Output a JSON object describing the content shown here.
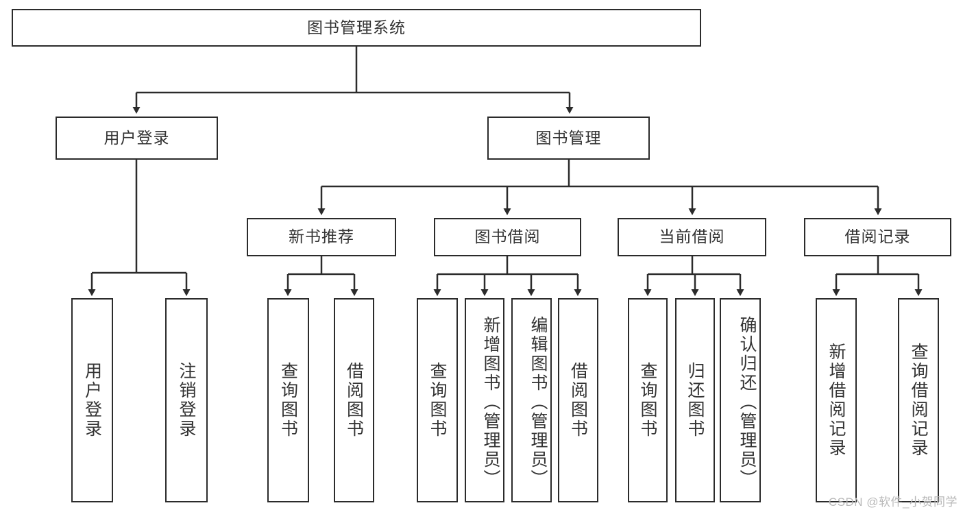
{
  "diagram": {
    "title": "图书管理系统",
    "type": "tree",
    "root": {
      "label": "图书管理系统"
    },
    "level2": [
      {
        "label": "用户登录"
      },
      {
        "label": "图书管理"
      }
    ],
    "level3": [
      {
        "label": "新书推荐"
      },
      {
        "label": "图书借阅"
      },
      {
        "label": "当前借阅"
      },
      {
        "label": "借阅记录"
      }
    ],
    "leaves": {
      "user_login": [
        {
          "label": "用户登录"
        },
        {
          "label": "注销登录"
        }
      ],
      "new_book_recommend": [
        {
          "label": "查询图书"
        },
        {
          "label": "借阅图书"
        }
      ],
      "book_borrow": [
        {
          "label": "查询图书"
        },
        {
          "label": "新增图书（管理员）"
        },
        {
          "label": "编辑图书（管理员）"
        },
        {
          "label": "借阅图书"
        }
      ],
      "current_borrow": [
        {
          "label": "查询图书"
        },
        {
          "label": "归还图书"
        },
        {
          "label": "确认归还（管理员）"
        }
      ],
      "borrow_record": [
        {
          "label": "新增借阅记录"
        },
        {
          "label": "查询借阅记录"
        }
      ]
    }
  },
  "watermark": {
    "text": "CSDN @软件_小贺同学"
  },
  "colors": {
    "stroke": "#2b2b2b",
    "text": "#333333",
    "background": "#ffffff",
    "watermark": "#b9b9b9"
  }
}
